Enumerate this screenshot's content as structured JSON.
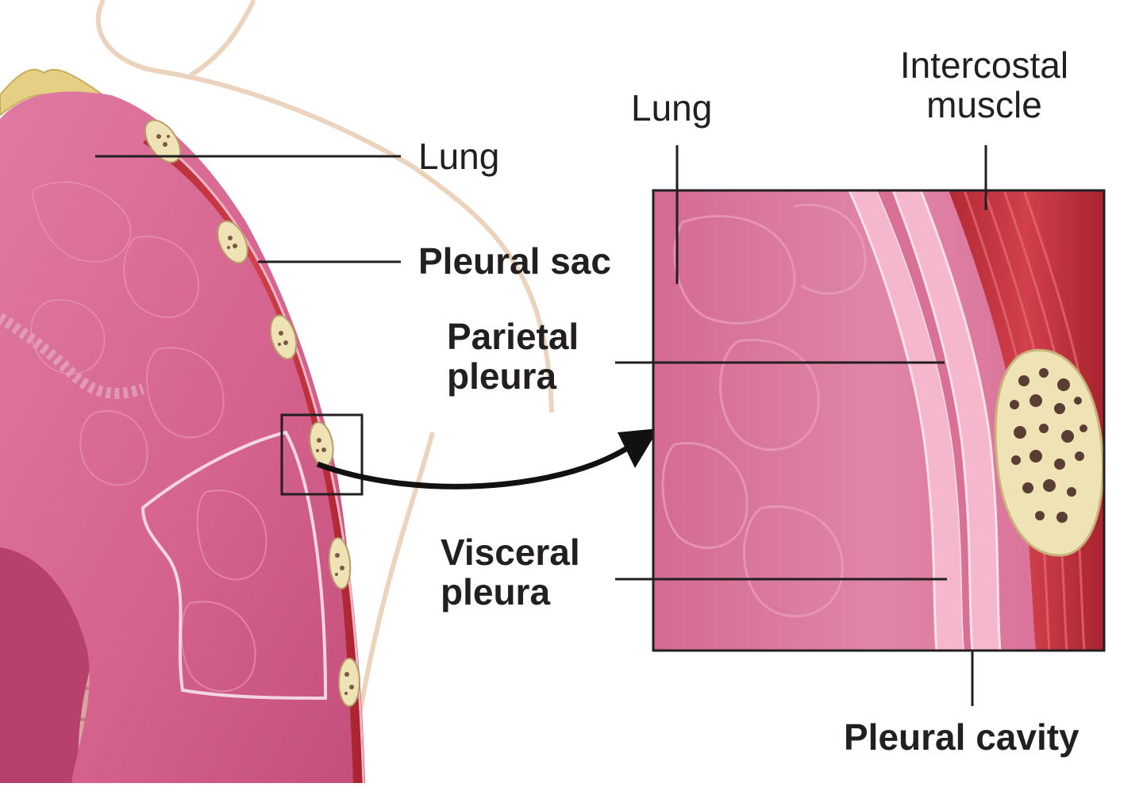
{
  "labels": {
    "left_lung": "Lung",
    "pleural_sac": "Pleural sac",
    "parietal_pleura": "Parietal pleura",
    "visceral_pleura": "Visceral pleura",
    "inset_lung": "Lung",
    "intercostal_muscle": "Intercostal muscle",
    "pleural_cavity": "Pleural cavity"
  },
  "colors": {
    "lung": "#d9668f",
    "muscle": "#c0313d",
    "bone": "#efe3b6",
    "pleura": "#f1a9c1"
  }
}
